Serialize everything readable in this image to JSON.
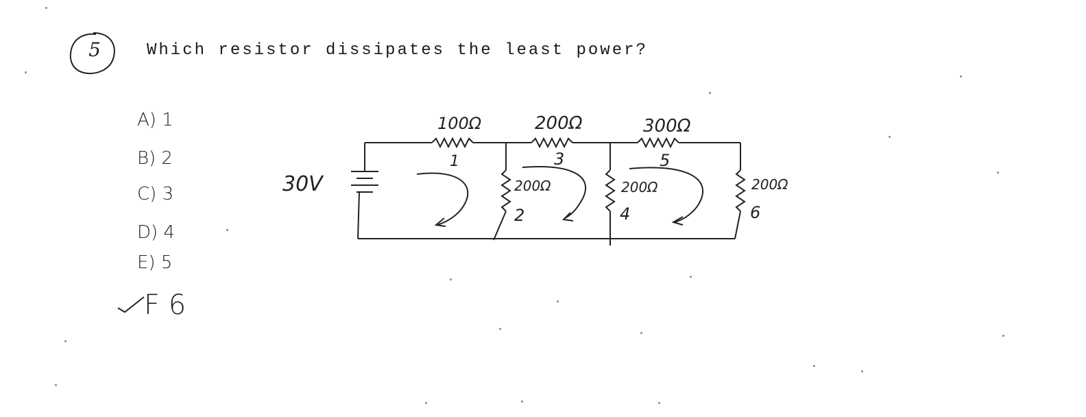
{
  "question": {
    "number": "5",
    "text": "Which resistor dissipates the least power?"
  },
  "choices": [
    {
      "label": "A) 1"
    },
    {
      "label": "B) 2"
    },
    {
      "label": "C) 3"
    },
    {
      "label": "D) 4"
    },
    {
      "label": "E) 5"
    },
    {
      "label": "F 6",
      "checked": true
    }
  ],
  "circuit": {
    "source": {
      "label": "30V"
    },
    "resistors": [
      {
        "id": "1",
        "value": "100Ω"
      },
      {
        "id": "2",
        "value": "200Ω"
      },
      {
        "id": "3",
        "value": "200Ω"
      },
      {
        "id": "4",
        "value": "200Ω"
      },
      {
        "id": "5",
        "value": "300Ω"
      },
      {
        "id": "6",
        "value": "200Ω"
      }
    ]
  },
  "colors": {
    "ink": "#222222",
    "paper": "#ffffff"
  }
}
